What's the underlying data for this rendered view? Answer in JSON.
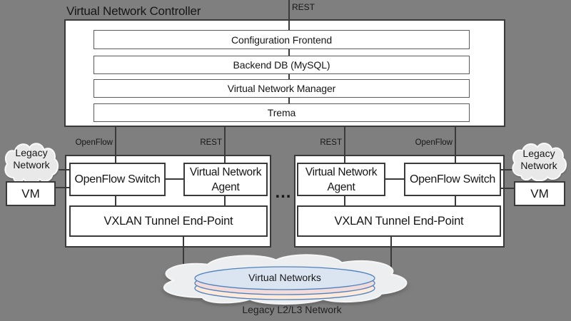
{
  "colors": {
    "background": "#7f7f7f",
    "line": "#3a3a3a",
    "box_fill": "#ffffff",
    "cloud_fill": "#e9e9e9",
    "ellipse_blue": "#dbe5f1",
    "ellipse_pink": "#f2dcdb",
    "ellipse_peach": "#fdeada",
    "ellipse_stroke": "#4f81bd"
  },
  "controller": {
    "title": "Virtual Network Controller",
    "top_link_label": "REST",
    "layers": [
      "Configuration Frontend",
      "Backend DB (MySQL)",
      "Virtual Network Manager",
      "Trema"
    ]
  },
  "links": {
    "left_switch_label": "OpenFlow",
    "left_agent_label": "REST",
    "right_agent_label": "REST",
    "right_switch_label": "OpenFlow"
  },
  "servers": {
    "left": {
      "switch": "OpenFlow Switch",
      "agent": "Virtual Network Agent",
      "vtep": "VXLAN Tunnel End-Point"
    },
    "right": {
      "agent": "Virtual Network Agent",
      "switch": "OpenFlow Switch",
      "vtep": "VXLAN Tunnel End-Point"
    },
    "ellipsis": "…"
  },
  "left_edge": {
    "cloud": "Legacy Network",
    "vm": "VM"
  },
  "right_edge": {
    "cloud": "Legacy Network",
    "vm": "VM"
  },
  "bottom": {
    "overlay": "Virtual Networks",
    "label": "Legacy L2/L3 Network"
  }
}
